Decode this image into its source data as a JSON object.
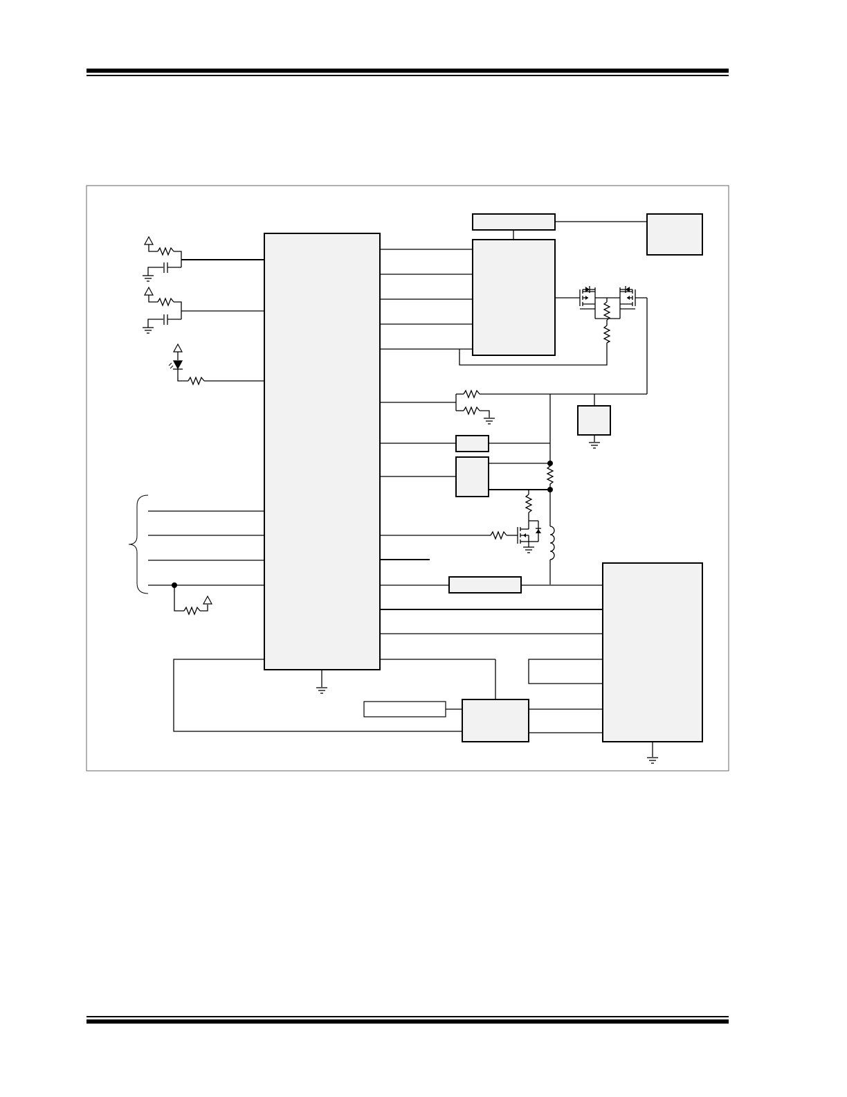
{
  "page": {
    "header_rule": "thick-thin",
    "footer_rule": "thick-thin"
  },
  "diagram": {
    "kind": "block-diagram-schematic",
    "blocks": [
      {
        "id": "mcu",
        "label": ""
      },
      {
        "id": "top-bar",
        "label": ""
      },
      {
        "id": "top-right-box",
        "label": ""
      },
      {
        "id": "driver-ic",
        "label": ""
      },
      {
        "id": "small-box",
        "label": ""
      },
      {
        "id": "regulator",
        "label": ""
      },
      {
        "id": "sense-block",
        "label": ""
      },
      {
        "id": "series-bar",
        "label": ""
      },
      {
        "id": "power-ic",
        "label": ""
      },
      {
        "id": "aux-block",
        "label": ""
      },
      {
        "id": "lower-bar",
        "label": ""
      },
      {
        "id": "left-open-box",
        "label": ""
      }
    ],
    "symbols": [
      "resistor-icon",
      "capacitor-icon",
      "ground-icon",
      "vdd-icon",
      "led-icon",
      "mosfet-icon",
      "inductor-icon",
      "diode-icon",
      "junction-dot",
      "brace-icon"
    ],
    "colors": {
      "line": "#000000",
      "block_fill": "#f2f2f2",
      "frame": "#555555"
    }
  }
}
